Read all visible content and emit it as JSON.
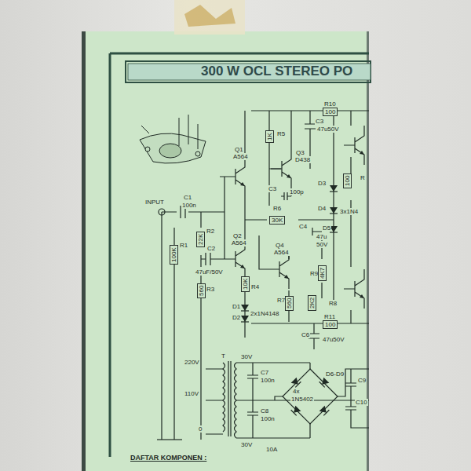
{
  "diagram": {
    "title": "300 W OCL STEREO PO",
    "labels": [
      "R10",
      "100",
      "R5",
      "1K",
      "C3",
      "47u50V",
      "Q1",
      "A564",
      "Q3",
      "D438",
      "C3",
      "100p",
      "D3",
      "D4",
      "3x1N4",
      "100",
      "R",
      "INPUT",
      "C1",
      "100n",
      "R6",
      "30K",
      "C4",
      "D5",
      "47u",
      "50V",
      "R2",
      "22K",
      "R1",
      "100K",
      "C2",
      "47uF/50V",
      "Q2",
      "A564",
      "Q4",
      "A564",
      "R9",
      "4K7",
      "R3",
      "560",
      "R4",
      "10K",
      "R7",
      "560",
      "R8",
      "2K2",
      "D1",
      "D2",
      "2x1N4148",
      "R11",
      "100",
      "C6",
      "47u50V",
      "T",
      "220V",
      "110V",
      "0",
      "30V",
      "30V",
      "10A",
      "C7",
      "100n",
      "C8",
      "100n",
      "D6-D9",
      "4x",
      "1N5402",
      "C9",
      "C10",
      "DAFTAR KOMPONEN :"
    ]
  }
}
